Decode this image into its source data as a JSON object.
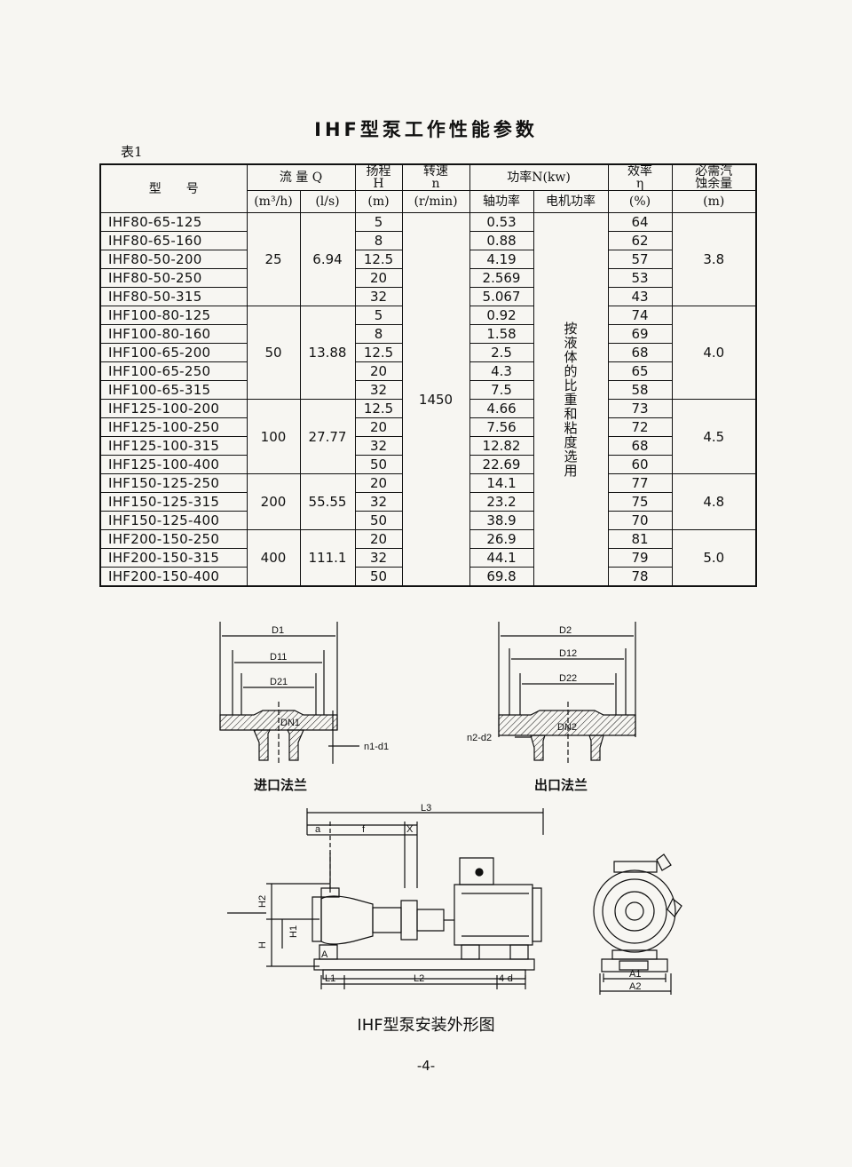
{
  "title": "IHF型泵工作性能参数",
  "table_label": "表1",
  "table": {
    "headers": {
      "model": "型　　号",
      "flow": "流 量 Q",
      "flow_m3h": "(m³/h)",
      "flow_ls": "(l/s)",
      "head_title": "扬程",
      "head_symbol": "H",
      "head_unit": "(m)",
      "speed_title": "转速",
      "speed_symbol": "n",
      "speed_unit": "(r/min)",
      "power": "功率N(kw)",
      "shaft_power": "轴功率",
      "motor_power": "电机功率",
      "eff_title": "效率",
      "eff_symbol": "η",
      "eff_unit": "(%)",
      "npsh_line1": "必需汽",
      "npsh_line2": "蚀余量",
      "npsh_unit": "(m)"
    },
    "speed": "1450",
    "motor_note": [
      "按",
      "液",
      "体",
      "的",
      "比",
      "重",
      "和",
      "粘",
      "度",
      "选",
      "用"
    ],
    "groups": [
      {
        "flow_m3h": "25",
        "flow_ls": "6.94",
        "npsh": "3.8",
        "rows": [
          {
            "model": "IHF80-65-125",
            "head": "5",
            "shaft": "0.53",
            "eff": "64"
          },
          {
            "model": "IHF80-65-160",
            "head": "8",
            "shaft": "0.88",
            "eff": "62"
          },
          {
            "model": "IHF80-50-200",
            "head": "12.5",
            "shaft": "4.19",
            "eff": "57"
          },
          {
            "model": "IHF80-50-250",
            "head": "20",
            "shaft": "2.569",
            "eff": "53"
          },
          {
            "model": "IHF80-50-315",
            "head": "32",
            "shaft": "5.067",
            "eff": "43"
          }
        ]
      },
      {
        "flow_m3h": "50",
        "flow_ls": "13.88",
        "npsh": "4.0",
        "rows": [
          {
            "model": "IHF100-80-125",
            "head": "5",
            "shaft": "0.92",
            "eff": "74"
          },
          {
            "model": "IHF100-80-160",
            "head": "8",
            "shaft": "1.58",
            "eff": "69"
          },
          {
            "model": "IHF100-65-200",
            "head": "12.5",
            "shaft": "2.5",
            "eff": "68"
          },
          {
            "model": "IHF100-65-250",
            "head": "20",
            "shaft": "4.3",
            "eff": "65"
          },
          {
            "model": "IHF100-65-315",
            "head": "32",
            "shaft": "7.5",
            "eff": "58"
          }
        ]
      },
      {
        "flow_m3h": "100",
        "flow_ls": "27.77",
        "npsh": "4.5",
        "rows": [
          {
            "model": "IHF125-100-200",
            "head": "12.5",
            "shaft": "4.66",
            "eff": "73"
          },
          {
            "model": "IHF125-100-250",
            "head": "20",
            "shaft": "7.56",
            "eff": "72"
          },
          {
            "model": "IHF125-100-315",
            "head": "32",
            "shaft": "12.82",
            "eff": "68"
          },
          {
            "model": "IHF125-100-400",
            "head": "50",
            "shaft": "22.69",
            "eff": "60"
          }
        ]
      },
      {
        "flow_m3h": "200",
        "flow_ls": "55.55",
        "npsh": "4.8",
        "rows": [
          {
            "model": "IHF150-125-250",
            "head": "20",
            "shaft": "14.1",
            "eff": "77"
          },
          {
            "model": "IHF150-125-315",
            "head": "32",
            "shaft": "23.2",
            "eff": "75"
          },
          {
            "model": "IHF150-125-400",
            "head": "50",
            "shaft": "38.9",
            "eff": "70"
          }
        ]
      },
      {
        "flow_m3h": "400",
        "flow_ls": "111.1",
        "npsh": "5.0",
        "rows": [
          {
            "model": "IHF200-150-250",
            "head": "20",
            "shaft": "26.9",
            "eff": "81"
          },
          {
            "model": "IHF200-150-315",
            "head": "32",
            "shaft": "44.1",
            "eff": "79"
          },
          {
            "model": "IHF200-150-400",
            "head": "50",
            "shaft": "69.8",
            "eff": "78"
          }
        ]
      }
    ]
  },
  "diagrams": {
    "inlet_caption": "进口法兰",
    "outlet_caption": "出口法兰",
    "outline_caption": "IHF型泵安装外形图",
    "inlet_labels": {
      "d1": "D1",
      "d11": "D11",
      "d21": "D21",
      "dn1": "DN1",
      "holes": "n1-d1"
    },
    "outlet_labels": {
      "d2": "D2",
      "d12": "D12",
      "d22": "D22",
      "dn2": "DN2",
      "holes": "n2-d2"
    },
    "outline_labels": {
      "l3": "L3",
      "a": "a",
      "f": "f",
      "x": "X",
      "h2": "H2",
      "h": "H",
      "h1": "H1",
      "a_small": "A",
      "l1": "L1",
      "l2": "L2",
      "fix": "4-d",
      "a1": "A1",
      "a2": "A2"
    }
  },
  "page_number": "-4-"
}
